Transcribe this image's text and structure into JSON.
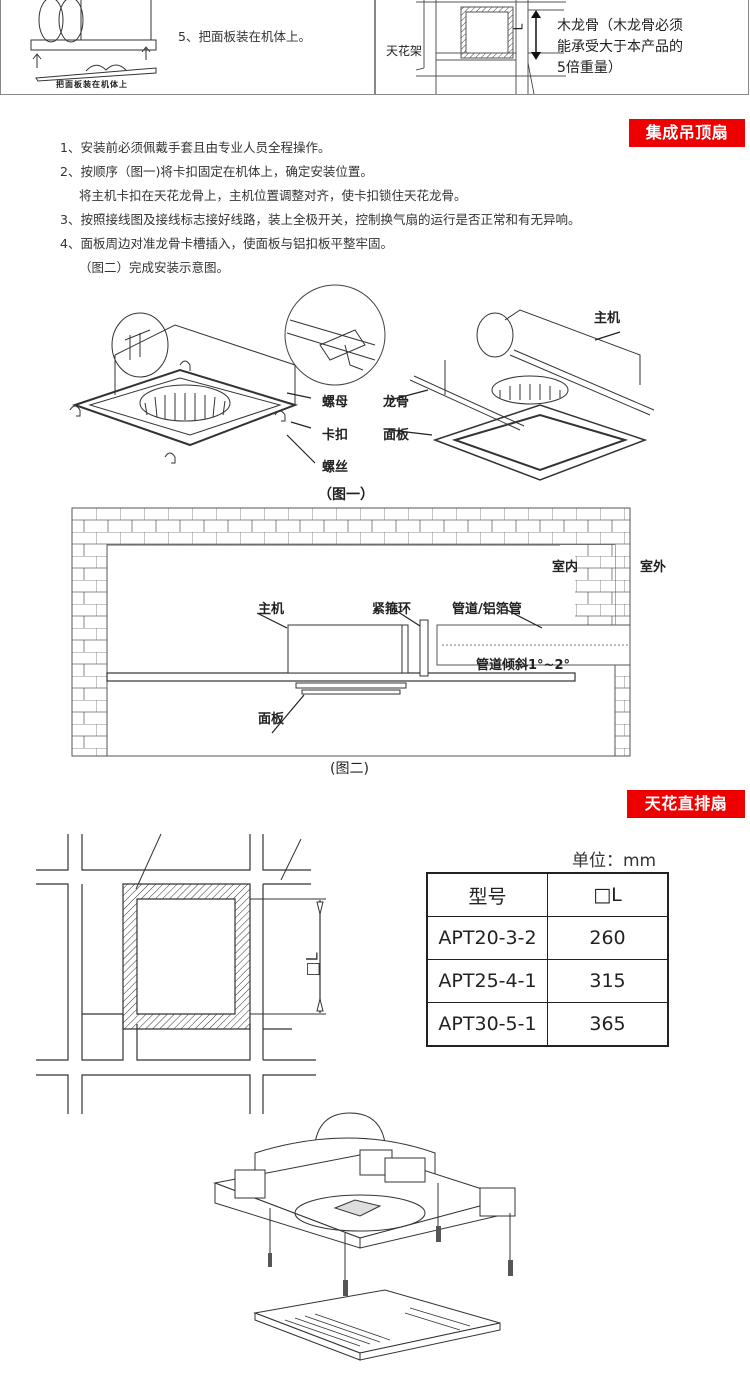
{
  "top_panels": {
    "left": {
      "step_text": "5、把面板装在机体上。",
      "figure_caption": "把面板装在机体上"
    },
    "right": {
      "ceiling_frame_label": "天花架",
      "dimension_label": "L",
      "wood_keel_note": [
        "木龙骨（木龙骨必须",
        "能承受大于本产品的",
        "5倍重量）"
      ]
    }
  },
  "section_integrated": {
    "badge": "集成吊顶扇",
    "badge_color": "#ee0000",
    "steps": [
      "1、安装前必须佩戴手套且由专业人员全程操作。",
      "2、按顺序（图一)将卡扣固定在机体上，确定安装位置。",
      "将主机卡扣在天花龙骨上，主机位置调整对齐，使卡扣锁住天花龙骨。",
      "3、按照接线图及接线标志接好线路，装上全极开关，控制换气扇的运行是否正常和有无异响。",
      "4、面板周边对准龙骨卡槽插入，使面板与铝扣板平整牢固。",
      "（图二）完成安装示意图。"
    ],
    "figure1": {
      "labels": {
        "nut": "螺母",
        "clip": "卡扣",
        "screw": "螺丝",
        "main_unit": "主机",
        "keel": "龙骨",
        "panel": "面板"
      },
      "caption": "（图一）"
    },
    "figure2": {
      "labels": {
        "indoor": "室内",
        "outdoor": "室外",
        "main_unit": "主机",
        "clamp_ring": "紧箍环",
        "duct": "管道/铝箔管",
        "duct_slope": "管道倾斜1°~2°",
        "panel": "面板"
      },
      "caption": "(图二)"
    }
  },
  "section_direct": {
    "badge": "天花直排扇",
    "badge_color": "#ee0000",
    "diagram_dimension_label": "□L",
    "unit_label": "单位：mm",
    "table": {
      "headers": [
        "型号",
        "□L"
      ],
      "rows": [
        [
          "APT20-3-2",
          "260"
        ],
        [
          "APT25-4-1",
          "315"
        ],
        [
          "APT30-5-1",
          "365"
        ]
      ]
    }
  }
}
